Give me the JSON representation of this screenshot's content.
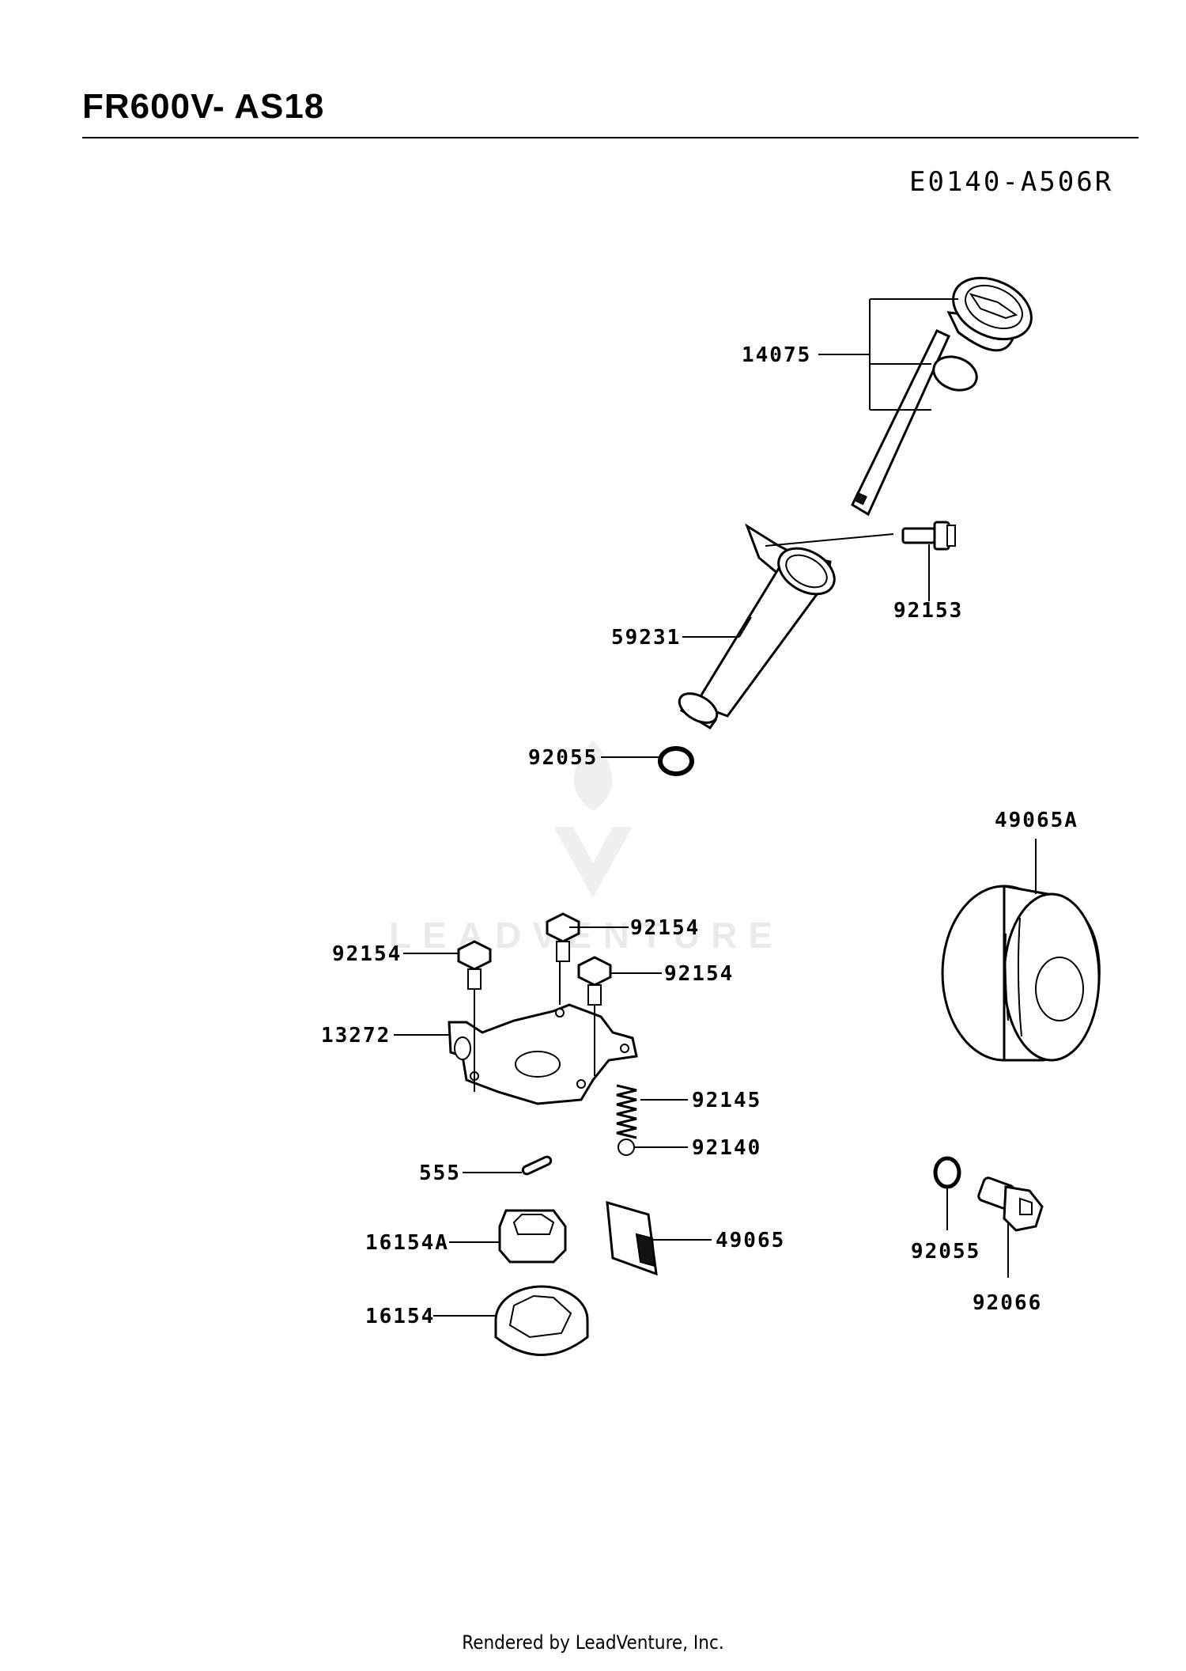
{
  "header": {
    "model": "FR600V- AS18",
    "diagram_code": "E0140-A506R"
  },
  "watermark": {
    "text": "LEADVENTURE"
  },
  "parts": {
    "p14075": "14075",
    "p92153": "92153",
    "p59231": "59231",
    "p92055a": "92055",
    "p49065A": "49065A",
    "p92154a": "92154",
    "p92154b": "92154",
    "p92154c": "92154",
    "p13272": "13272",
    "p92145": "92145",
    "p92140": "92140",
    "p555": "555",
    "p16154A": "16154A",
    "p49065": "49065",
    "p16154": "16154",
    "p92055b": "92055",
    "p92066": "92066"
  },
  "footer": {
    "text": "Rendered by LeadVenture, Inc."
  }
}
